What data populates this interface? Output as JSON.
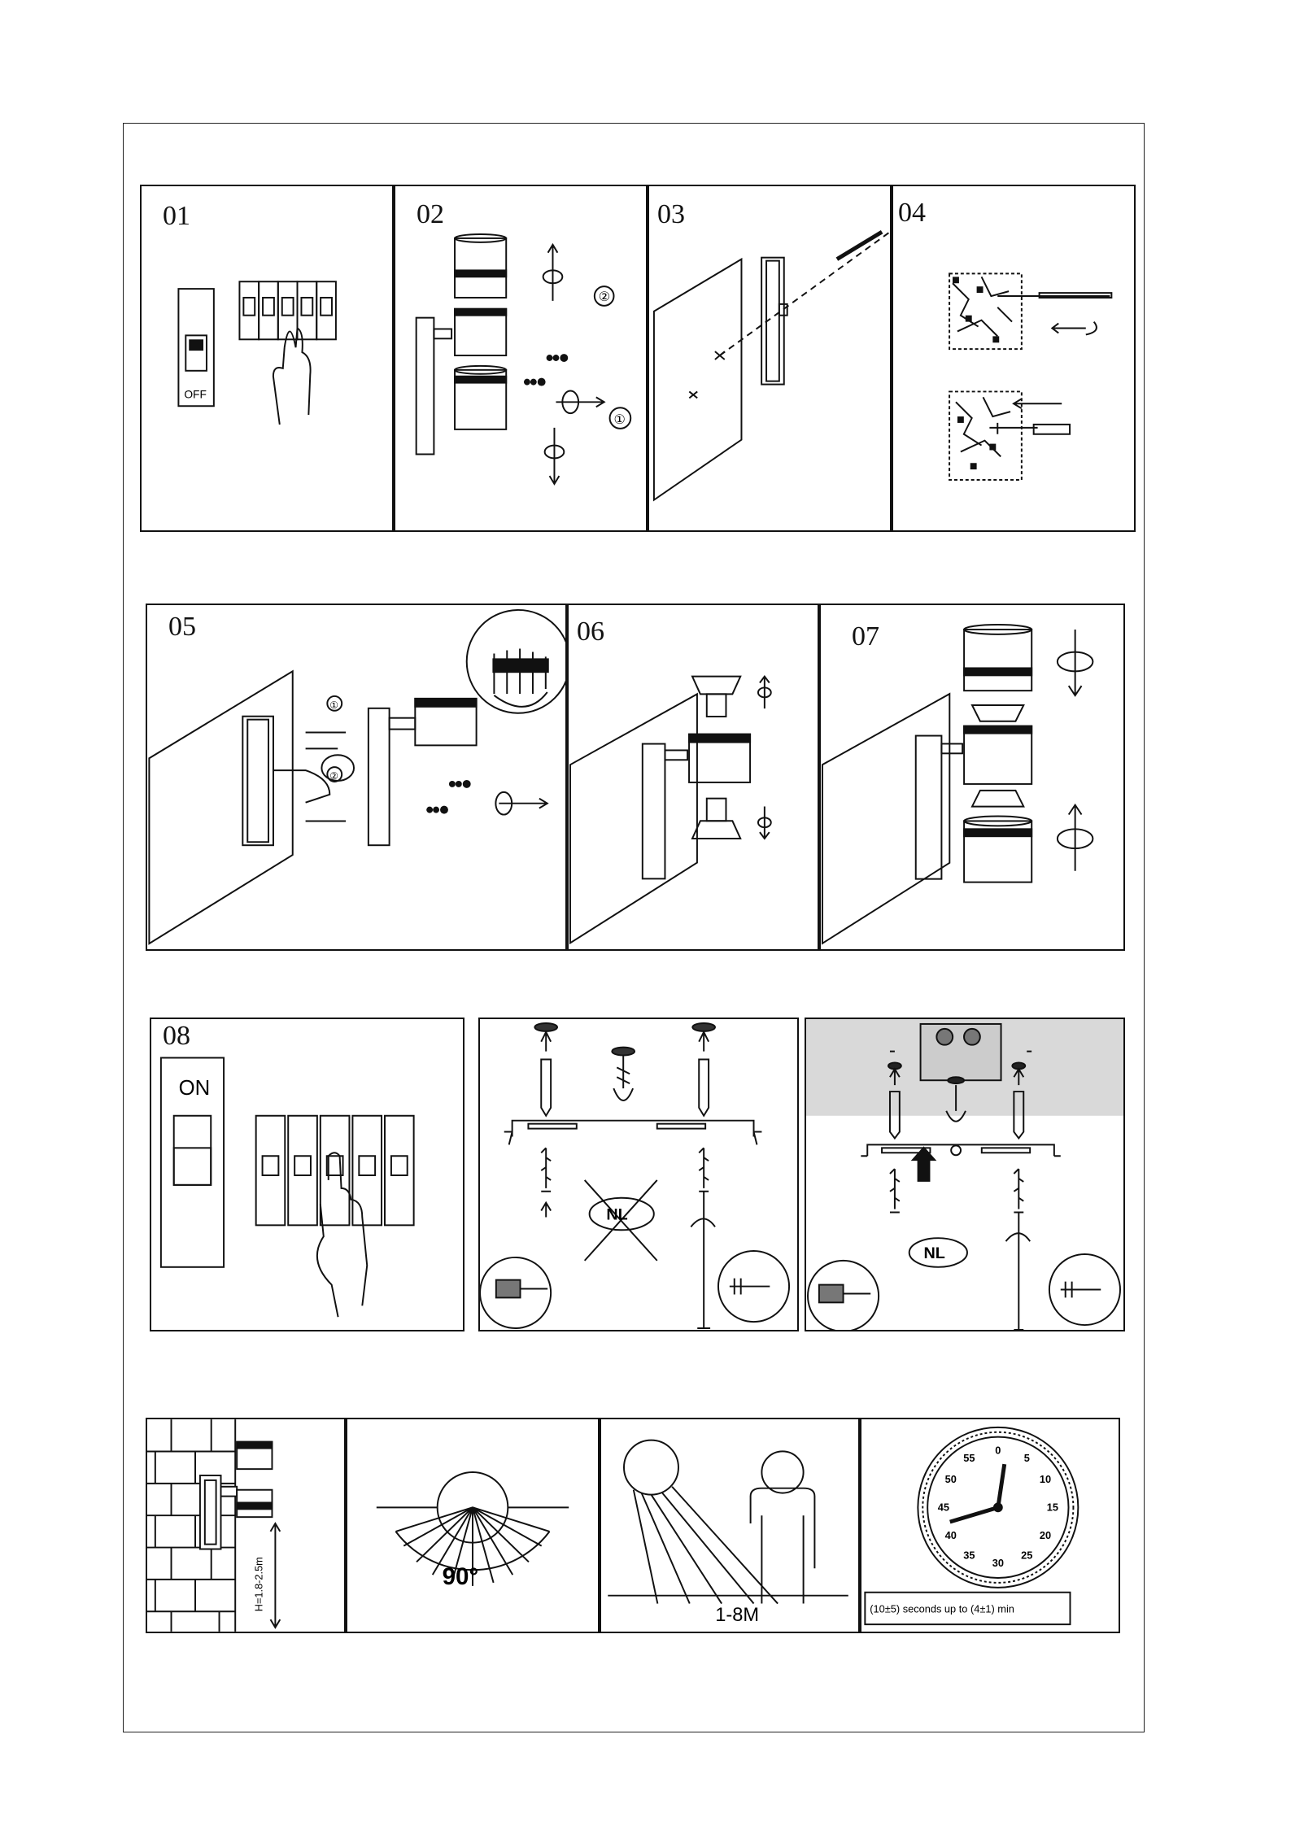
{
  "steps": {
    "s01": "01",
    "s02": "02",
    "s03": "03",
    "s04": "04",
    "s05": "05",
    "s06": "06",
    "s07": "07",
    "s08": "08"
  },
  "switch_labels": {
    "off": "OFF",
    "on": "ON"
  },
  "callouts": {
    "circle1": "①",
    "circle2": "②"
  },
  "ceiling": {
    "nl_label": "NL"
  },
  "sensor": {
    "height_range": "H=1.8-2.5m",
    "detection_angle": "90°",
    "detection_range": "1-8M",
    "time_delay": "(10±5) seconds up to (4±1) min",
    "clock_numbers": [
      "0",
      "5",
      "10",
      "15",
      "20",
      "25",
      "30",
      "35",
      "40",
      "45",
      "50",
      "55"
    ]
  },
  "colors": {
    "ink": "#111111",
    "ceiling_gray": "#d9d9d9",
    "wall_fill": "#ffffff"
  }
}
